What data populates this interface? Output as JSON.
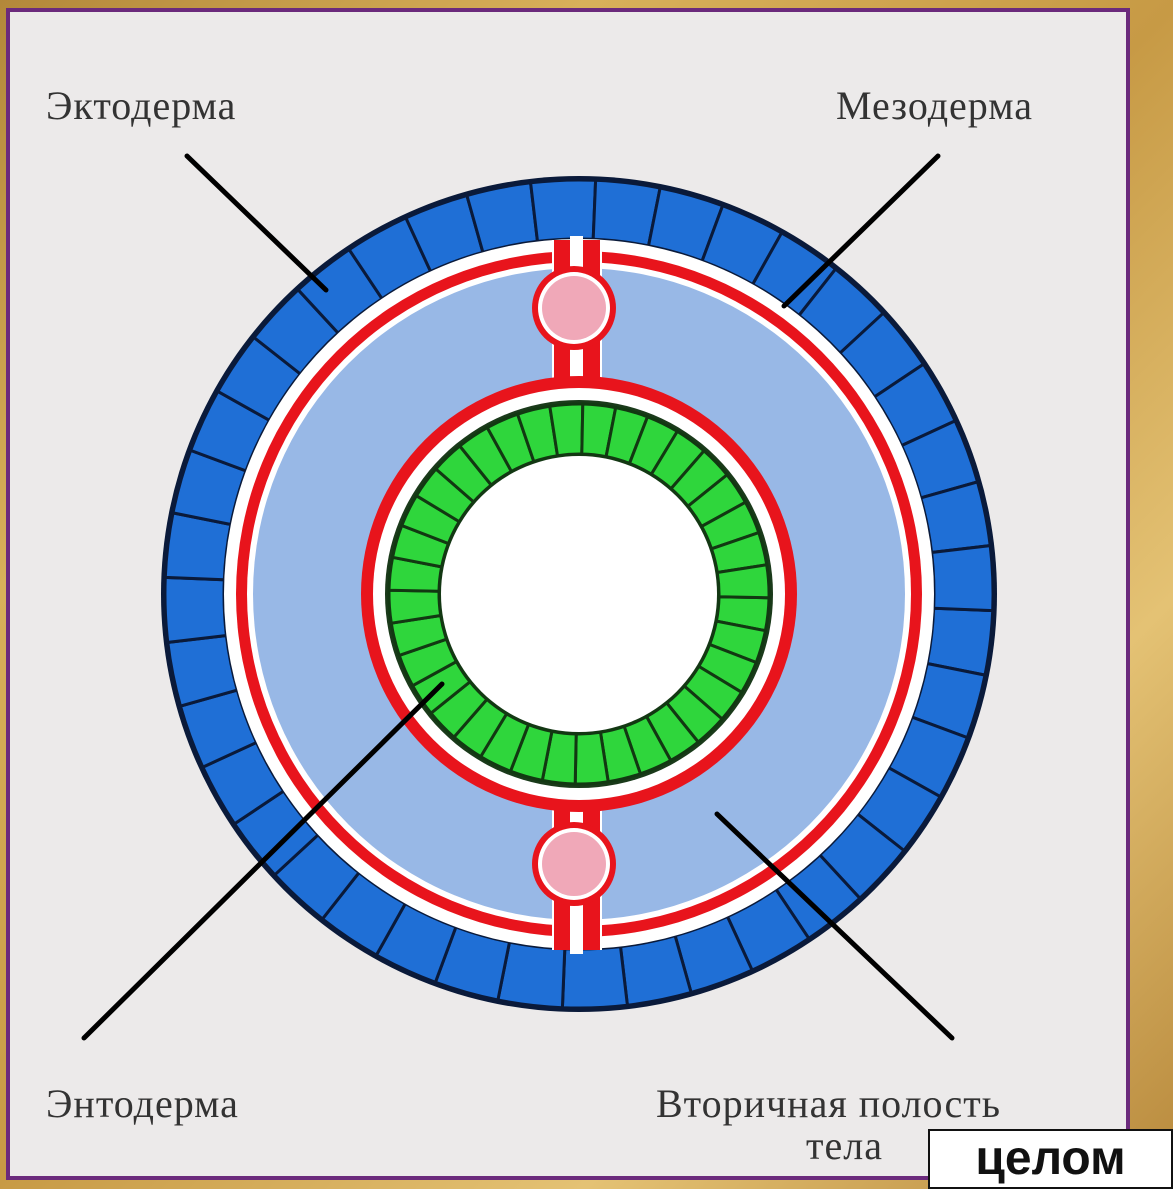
{
  "labels": {
    "ectoderm": "Эктодерма",
    "mesoderm": "Мезодерма",
    "endoderm": "Энтодерма",
    "coelom_line1": "Вторичная полость",
    "coelom_line2": "тела"
  },
  "badge": "целом",
  "colors": {
    "frame_border": "#6b2a7c",
    "background": "#eceaea",
    "ectoderm": "#1f6fd6",
    "mesoderm": "#e8141c",
    "endoderm": "#2fd63c",
    "coelom": "#98b8e6",
    "vessel": "#f0a8b8",
    "cell_border": "#0a1a3a"
  },
  "icons": [
    "cross-section-diagram"
  ]
}
